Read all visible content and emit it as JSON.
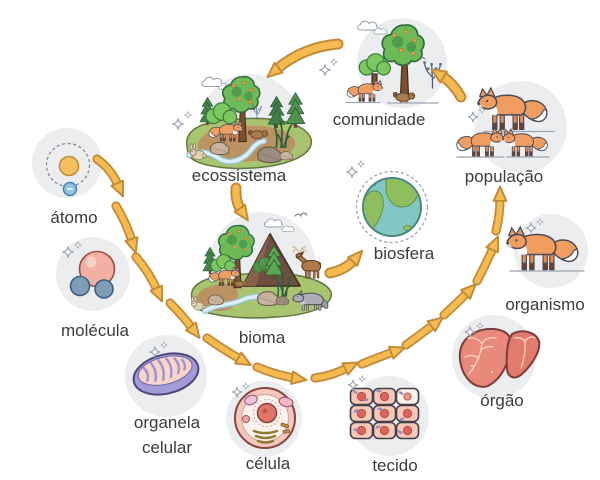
{
  "diagram": {
    "type": "circular-flow",
    "language": "pt",
    "nodes": {
      "atomo": {
        "label": "átomo"
      },
      "molecula": {
        "label": "molécula"
      },
      "organela": {
        "label": "organela celular"
      },
      "celula": {
        "label": "célula"
      },
      "tecido": {
        "label": "tecido"
      },
      "orgao": {
        "label": "órgão"
      },
      "organismo": {
        "label": "organismo"
      },
      "populacao": {
        "label": "população"
      },
      "comunidade": {
        "label": "comunidade"
      },
      "ecossistema": {
        "label": "ecossistema"
      },
      "bioma": {
        "label": "bioma"
      },
      "biosfera": {
        "label": "biosfera"
      }
    },
    "edges": [
      {
        "from": "atomo",
        "to": "molecula"
      },
      {
        "from": "molecula",
        "to": "organela"
      },
      {
        "from": "organela",
        "to": "celula"
      },
      {
        "from": "celula",
        "to": "tecido"
      },
      {
        "from": "tecido",
        "to": "orgao"
      },
      {
        "from": "orgao",
        "to": "organismo"
      },
      {
        "from": "organismo",
        "to": "populacao"
      },
      {
        "from": "populacao",
        "to": "comunidade"
      },
      {
        "from": "comunidade",
        "to": "ecossistema"
      },
      {
        "from": "ecossistema",
        "to": "bioma"
      },
      {
        "from": "bioma",
        "to": "biosfera"
      }
    ],
    "colors": {
      "arrow_fill": "#F5BB4F",
      "arrow_outline": "#C28B3A",
      "node_background": "#ECEDEE",
      "label_text": "#3C3C3C",
      "fox_orange": "#F09D62",
      "tree_green": "#6CBB58",
      "globe_ocean": "#82C7C3",
      "globe_land": "#8FBE5E",
      "mitochondria_purple": "#A19BD8",
      "cell_pink": "#F5C9BE",
      "liver_red": "#E8897B",
      "background": "#FFFFFF"
    }
  }
}
